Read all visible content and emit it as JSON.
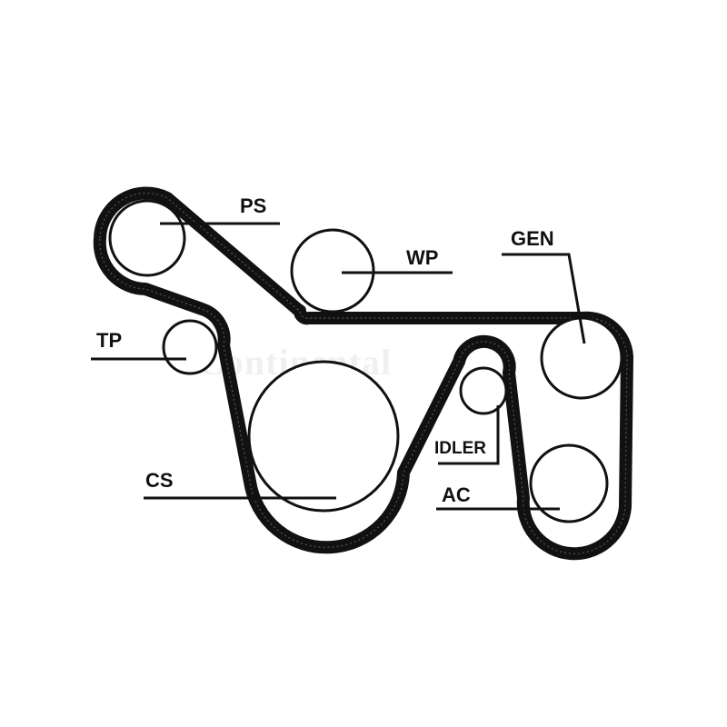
{
  "diagram": {
    "labels": {
      "ps": "PS",
      "wp": "WP",
      "gen": "GEN",
      "tp": "TP",
      "idler": "IDLER",
      "cs": "CS",
      "ac": "AC"
    },
    "watermark": "Continental",
    "colors": {
      "belt": "#111111",
      "background": "#ffffff"
    }
  }
}
